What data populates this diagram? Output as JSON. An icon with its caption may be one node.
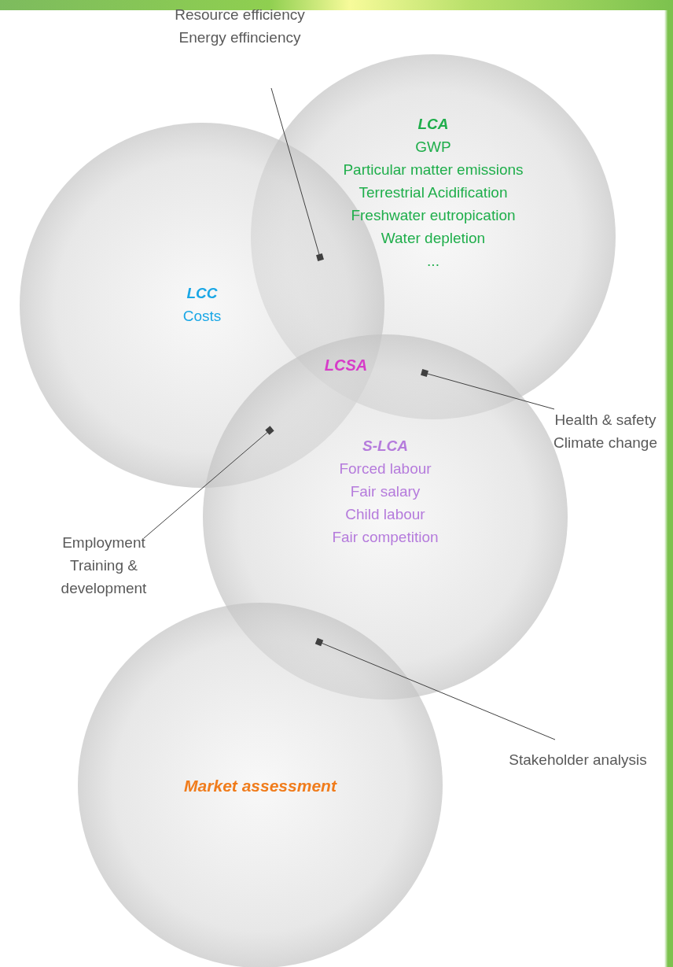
{
  "diagram": {
    "nodes": [
      {
        "text": [
          "LCA",
          "GWP",
          "Particular matter emissions",
          "Terrestrial Acidification",
          "Freshwater eutropication",
          "Water depletion",
          "..."
        ]
      },
      {
        "text": [
          "LCC",
          "Costs"
        ]
      },
      {
        "text": [
          "S-LCA",
          "Forced labour",
          "Fair salary",
          "Child labour",
          "Fair competition"
        ]
      },
      {
        "text": [
          "Market assessment"
        ]
      },
      {
        "text": [
          "Resource efficiency",
          "Energy effinciency"
        ]
      },
      {
        "text": [
          "Health & safety",
          "Climate change"
        ]
      },
      {
        "text": [
          "Employment",
          "Training & development"
        ]
      },
      {
        "text": [
          "Stakeholder analysis"
        ]
      }
    ],
    "edges": [
      {
        "from": 4,
        "to": 0,
        "arrow": "other"
      },
      {
        "from": 5,
        "to": 0,
        "arrow": "other"
      },
      {
        "from": 6,
        "to": 1,
        "arrow": "other"
      },
      {
        "from": 7,
        "to": 2,
        "arrow": "other"
      }
    ],
    "labels": [
      "LCSA"
    ]
  }
}
